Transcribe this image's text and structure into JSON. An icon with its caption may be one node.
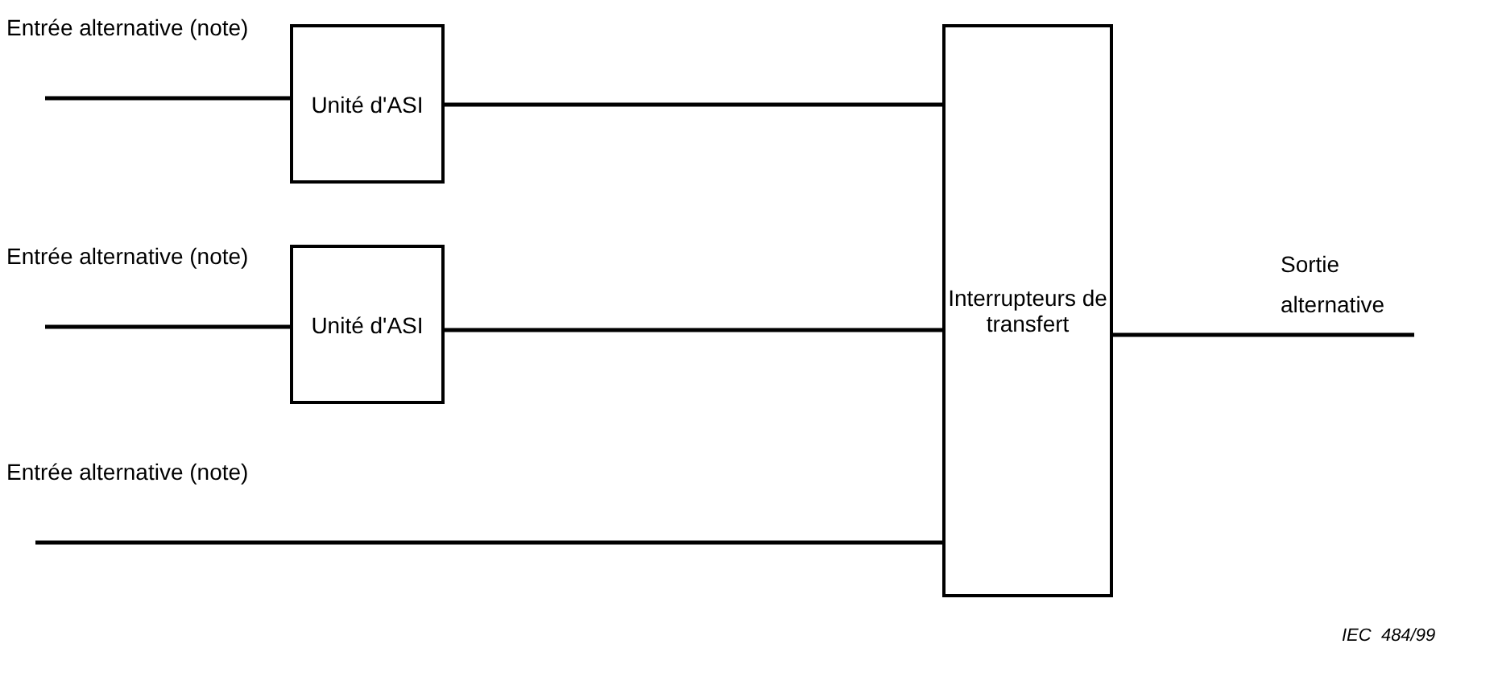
{
  "diagram": {
    "nodes": [
      {
        "text": [
          "Entrée alternative (note)"
        ]
      },
      {
        "text": [
          "Unité d'ASI"
        ]
      },
      {
        "text": [
          "Entrée alternative (note)"
        ]
      },
      {
        "text": [
          "Unité d'ASI"
        ]
      },
      {
        "text": [
          "Entrée alternative (note)"
        ]
      },
      {
        "text": [
          "Interrupteurs de transfert"
        ]
      },
      {
        "text": [
          "Sortie alternative"
        ]
      }
    ],
    "edges": [
      {
        "from": 0,
        "to": 1,
        "arrow": "none"
      },
      {
        "from": 1,
        "to": 5,
        "arrow": "none"
      },
      {
        "from": 2,
        "to": 3,
        "arrow": "none"
      },
      {
        "from": 3,
        "to": 5,
        "arrow": "none"
      },
      {
        "from": 4,
        "to": 5,
        "arrow": "none"
      },
      {
        "from": 5,
        "to": 6,
        "arrow": "none"
      }
    ],
    "labels": [
      "IEC  484/99"
    ]
  }
}
